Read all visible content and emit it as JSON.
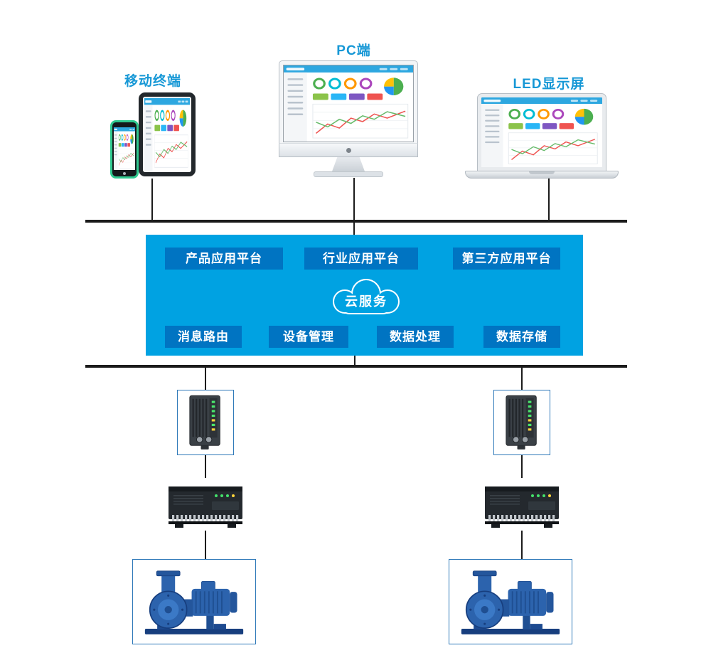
{
  "terminals": {
    "mobile_label": "移动终端",
    "pc_label": "PC端",
    "led_label": "LED显示屏"
  },
  "platform": {
    "app_buttons": [
      "产品应用平台",
      "行业应用平台",
      "第三方应用平台"
    ],
    "cloud_label": "云服务",
    "service_buttons": [
      "消息路由",
      "设备管理",
      "数据处理",
      "数据存储"
    ]
  },
  "equipment": {
    "left_chain": [
      "iot-gateway",
      "plc-controller",
      "centrifugal-pump"
    ],
    "right_chain": [
      "iot-gateway",
      "plc-controller",
      "centrifugal-pump"
    ]
  },
  "colors": {
    "label_text": "#1798d6",
    "panel": "#00a2e2",
    "button": "#0074c2",
    "bus_line": "#1b1b1b",
    "device_box_border": "#2f79b9",
    "pump_blue": "#2c63ad"
  }
}
